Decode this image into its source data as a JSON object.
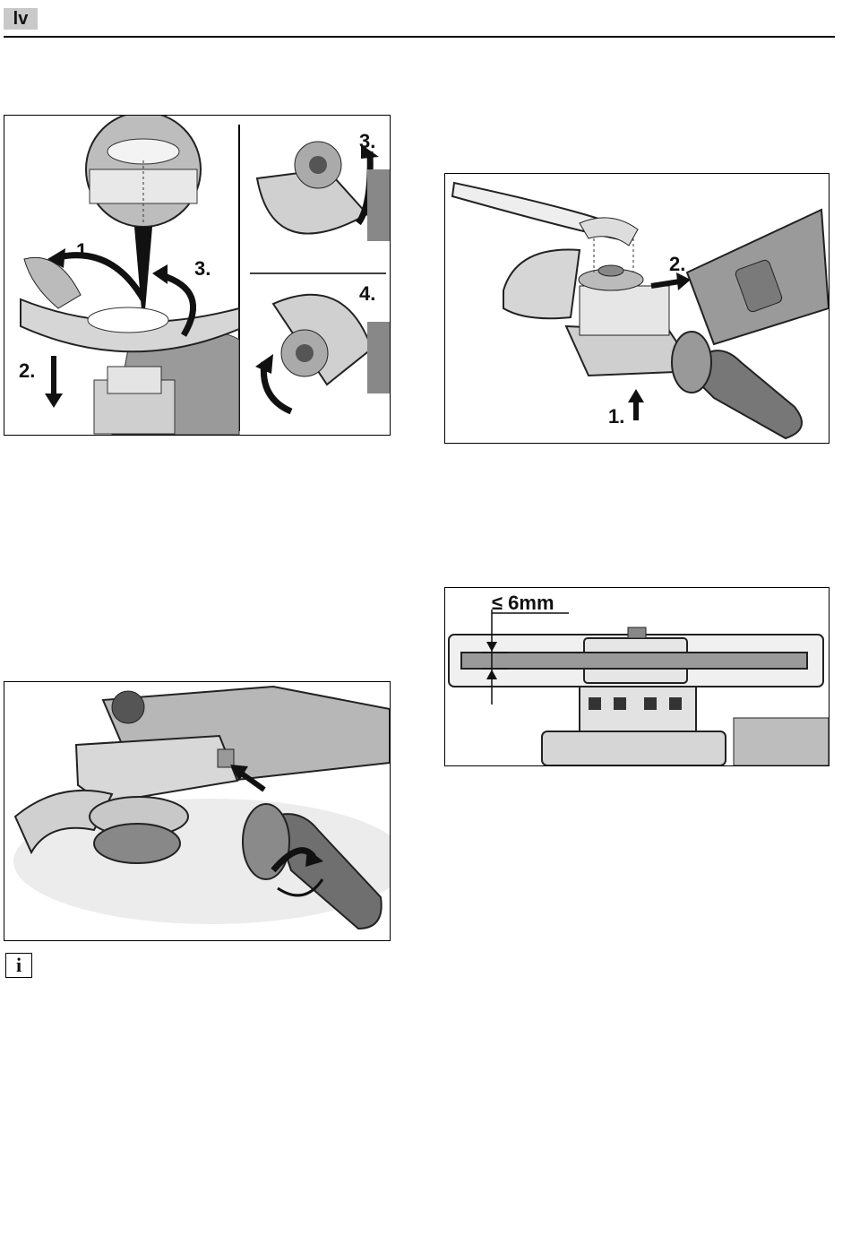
{
  "header": {
    "language_code": "lv"
  },
  "figures": {
    "guard": {
      "steps": [
        "1.",
        "2.",
        "3.",
        "3.",
        "4."
      ]
    },
    "flange": {
      "steps": [
        "1.",
        "2."
      ]
    },
    "disc": {
      "dimension_label": "≤ 6mm"
    }
  },
  "info": {
    "icon_glyph": "i"
  }
}
